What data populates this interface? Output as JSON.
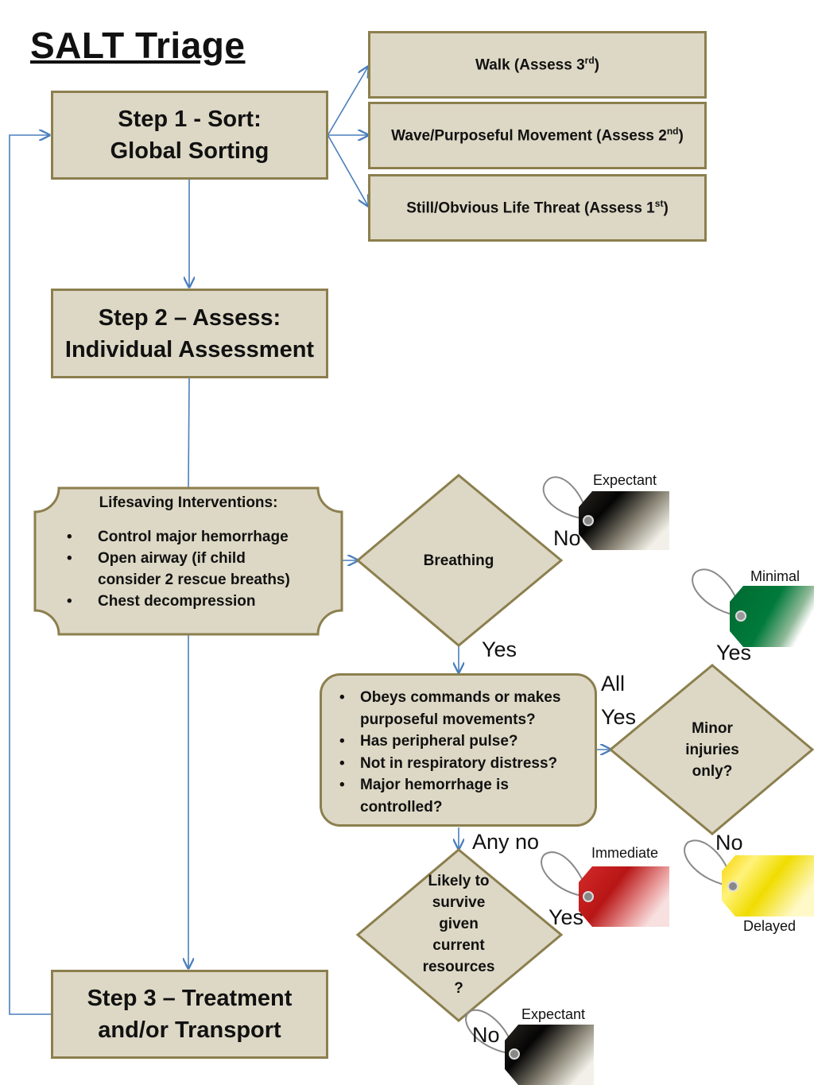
{
  "title": "SALT Triage",
  "steps": {
    "step1_line1": "Step 1 - Sort:",
    "step1_line2": "Global Sorting",
    "step2_line1": "Step 2 – Assess:",
    "step2_line2": "Individual Assessment",
    "step3_line1": "Step 3 – Treatment",
    "step3_line2": "and/or Transport"
  },
  "sort_boxes": [
    {
      "text": "Walk (Assess 3",
      "sup": "rd",
      "close": ")"
    },
    {
      "text": "Wave/Purposeful Movement (Assess 2",
      "sup": "nd",
      "close": ")"
    },
    {
      "text": "Still/Obvious Life Threat (Assess 1",
      "sup": "st",
      "close": ")"
    }
  ],
  "lifesaving": {
    "title": "Lifesaving Interventions:",
    "items": [
      "Control major hemorrhage",
      "Open airway (if child consider 2 rescue breaths)",
      "Chest decompression"
    ]
  },
  "breathing": "Breathing",
  "assessment_items": [
    "Obeys commands or makes purposeful movements?",
    "Has peripheral pulse?",
    "Not in respiratory distress?",
    "Major hemorrhage is controlled?"
  ],
  "minor_injuries": [
    "Minor",
    "injuries",
    "only?"
  ],
  "likely_survive": [
    "Likely to",
    "survive",
    "given",
    "current",
    "resources",
    "?"
  ],
  "labels": {
    "no_breathing": "No",
    "yes_breathing": "Yes",
    "all_yes_1": "All",
    "all_yes_2": "Yes",
    "yes_minor": "Yes",
    "no_minor": "No",
    "any_no": "Any no",
    "yes_survive": "Yes",
    "no_survive": "No"
  },
  "tags": {
    "expectant_top": "Expectant",
    "minimal": "Minimal",
    "immediate": "Immediate",
    "delayed": "Delayed",
    "expectant_bottom": "Expectant"
  },
  "colors": {
    "box_fill": "#ddd8c5",
    "box_border": "#8c7f4e",
    "arrow": "#4a7ebb",
    "expectant": "#000000",
    "minimal": "#00733a",
    "immediate": "#c81e1e",
    "delayed": "#f2e600"
  }
}
